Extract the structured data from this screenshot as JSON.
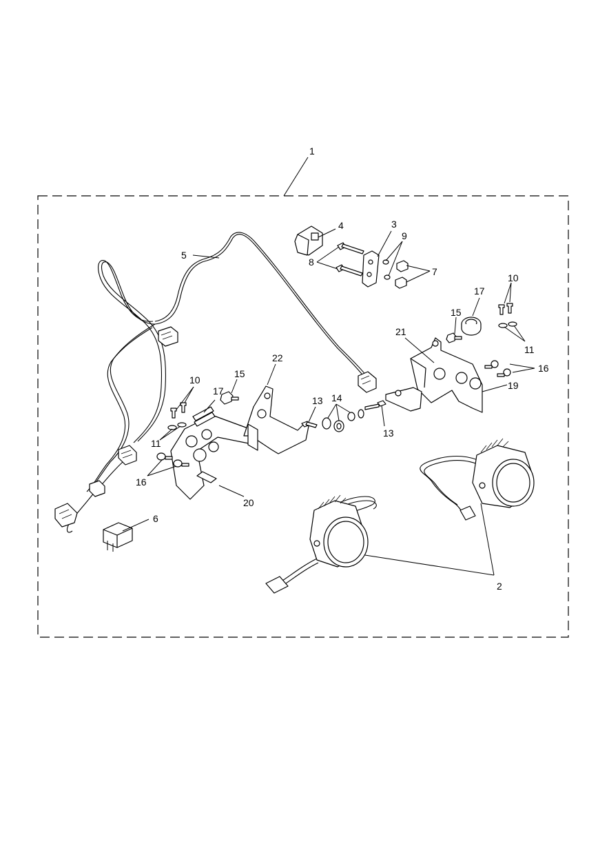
{
  "diagram": {
    "kit_label": "1",
    "parts": [
      {
        "ref": "2"
      },
      {
        "ref": "3"
      },
      {
        "ref": "4"
      },
      {
        "ref": "5"
      },
      {
        "ref": "6"
      },
      {
        "ref": "7"
      },
      {
        "ref": "8"
      },
      {
        "ref": "9"
      },
      {
        "ref": "10"
      },
      {
        "ref": "11"
      },
      {
        "ref": "13"
      },
      {
        "ref": "14"
      },
      {
        "ref": "15"
      },
      {
        "ref": "16"
      },
      {
        "ref": "17"
      },
      {
        "ref": "19"
      },
      {
        "ref": "20"
      },
      {
        "ref": "21"
      },
      {
        "ref": "22"
      }
    ],
    "labels": {
      "l1": "1",
      "l2": "2",
      "l3": "3",
      "l4": "4",
      "l5": "5",
      "l6": "6",
      "l7": "7",
      "l8": "8",
      "l9": "9",
      "l10a": "10",
      "l10b": "10",
      "l11a": "11",
      "l11b": "11",
      "l13a": "13",
      "l13b": "13",
      "l14": "14",
      "l15a": "15",
      "l15b": "15",
      "l16a": "16",
      "l16b": "16",
      "l17a": "17",
      "l17b": "17",
      "l19": "19",
      "l20": "20",
      "l21": "21",
      "l22": "22"
    }
  }
}
